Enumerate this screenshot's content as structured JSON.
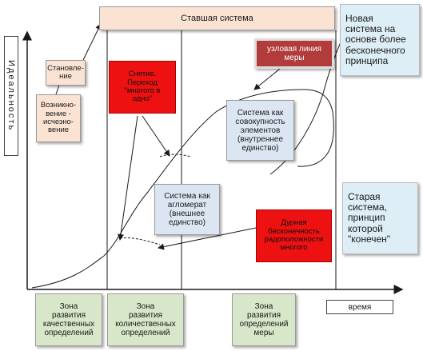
{
  "diagram": {
    "y_axis_label": "Идеальность",
    "x_axis_label": "время",
    "top_box": "Ставшая система",
    "stanovlenie": "Становле-\nние",
    "vozniknovenie": "Возникно-\nвение -\nисчезно-\nвение",
    "snyatie": "Снятие.\nПереход\n\"многого в\nодно\"",
    "uzlovaya": "узловая линия\nмеры",
    "novaya_sistema": "Новая\nсистема на\nоснове более\nбесконечного\nпринципа",
    "sovokupnost": "Система как\nсовокупность\nэлементов\n(внутреннее\nединство)",
    "aglomerat": "Система как\nагломерат\n(внешнее\nединство)",
    "durnaya": "Дурная\nбесконечность\nрадоположности\nмногого",
    "staraya_sistema": "Старая\nсистема,\nпринцип\nкоторой\n\"конечен\"",
    "zone1": "Зона\nразвития\nкачественных\nопределений",
    "zone2": "Зона\nразвития\nколичественных\nопределений",
    "zone3": "Зона\nразвития\nопределений\nмеры",
    "colors": {
      "peach": "#fbe3d4",
      "red": "#ee1111",
      "blue_box": "#dce6f2",
      "light_blue": "#ddeef6",
      "green": "#d8e7c9",
      "dark_red": "#b23b3b"
    }
  }
}
